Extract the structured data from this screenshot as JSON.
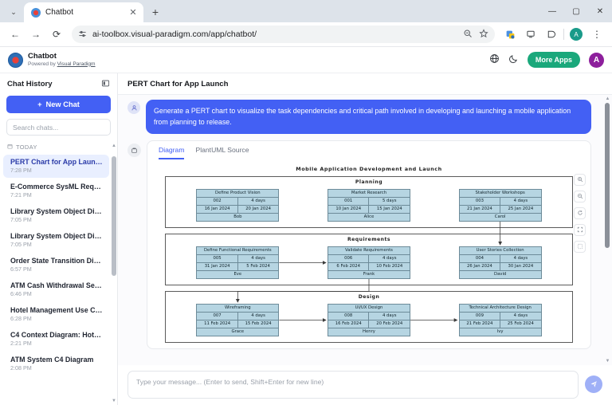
{
  "browser": {
    "tab": {
      "title": "Chatbot",
      "favicon": "visual-paradigm-favicon",
      "close_label": "✕"
    },
    "new_tab_label": "+",
    "tab_list_label": "⌄",
    "window": {
      "minimize": "—",
      "maximize": "▢",
      "close": "✕"
    },
    "toolbar": {
      "back": "←",
      "forward": "→",
      "reload": "⟳",
      "site_settings": "⚙",
      "url": "ai-toolbox.visual-paradigm.com/app/chatbot/",
      "zoom_icon": "search-minus-icon",
      "bookmark_icon": "star-icon",
      "extension_icon": "extension-puzzle-icon",
      "save_icon": "save-icon",
      "split_icon": "split-screen-icon",
      "profile_initial": "A",
      "menu": "⋮"
    }
  },
  "app_header": {
    "title": "Chatbot",
    "subtitle_prefix": "Powered by ",
    "subtitle_link": "Visual Paradigm",
    "globe_icon": "globe-icon",
    "theme_icon": "moon-icon",
    "more_apps_label": "More Apps",
    "avatar_initial": "A"
  },
  "sidebar": {
    "title": "Chat History",
    "toggle_icon": "panel-collapse-icon",
    "new_chat_label": "New Chat",
    "new_chat_plus": "+",
    "search_placeholder": "Search chats...",
    "group_label": "TODAY",
    "group_icon": "calendar-icon",
    "items": [
      {
        "name": "PERT Chart for App Launch",
        "time": "7:28 PM",
        "active": true
      },
      {
        "name": "E-Commerce SysML Require...",
        "time": "7:21 PM",
        "active": false
      },
      {
        "name": "Library System Object Diagr...",
        "time": "7:05 PM",
        "active": false
      },
      {
        "name": "Library System Object Diagr...",
        "time": "7:05 PM",
        "active": false
      },
      {
        "name": "Order State Transition Diagra...",
        "time": "6:57 PM",
        "active": false
      },
      {
        "name": "ATM Cash Withdrawal Seque...",
        "time": "6:46 PM",
        "active": false
      },
      {
        "name": "Hotel Management Use Case",
        "time": "6:28 PM",
        "active": false
      },
      {
        "name": "C4 Context Diagram: Hotel ...",
        "time": "2:21 PM",
        "active": false
      },
      {
        "name": "ATM System C4 Diagram",
        "time": "2:08 PM",
        "active": false
      }
    ]
  },
  "main": {
    "title": "PERT Chart for App Launch",
    "user_avatar_icon": "user-icon",
    "user_message": "Generate a PERT chart to visualize the task dependencies and critical path involved in developing and launching a mobile application from planning to release.",
    "copy_icon": "copy-icon",
    "tabs": [
      {
        "label": "Diagram",
        "active": true
      },
      {
        "label": "PlantUML Source",
        "active": false
      }
    ],
    "zoom_tools": [
      {
        "icon": "zoom-in-icon",
        "glyph": "⊕"
      },
      {
        "icon": "zoom-out-icon",
        "glyph": "⊖"
      },
      {
        "icon": "reset-zoom-icon",
        "glyph": "↻"
      },
      {
        "icon": "fit-screen-icon",
        "glyph": "⛶"
      },
      {
        "icon": "fullscreen-icon",
        "glyph": "⤢"
      }
    ]
  },
  "chart_data": {
    "type": "diagram",
    "diagram_kind": "PERT chart",
    "title": "Mobile Application Development and Launch",
    "node_fill": "#b6d5e2",
    "node_border": "#6d8b99",
    "columns": [
      "id",
      "duration",
      "start_date",
      "end_date",
      "owner"
    ],
    "sections": [
      {
        "name": "Planning",
        "tasks": [
          {
            "title": "Define Product Vision",
            "id": "002",
            "duration": "4 days",
            "start": "16 Jan 2024",
            "end": "20 Jan 2024",
            "owner": "Bob"
          },
          {
            "title": "Market Research",
            "id": "001",
            "duration": "5 days",
            "start": "10 Jan 2024",
            "end": "15 Jan 2024",
            "owner": "Alice"
          },
          {
            "title": "Stakeholder Workshops",
            "id": "003",
            "duration": "4 days",
            "start": "21 Jan 2024",
            "end": "25 Jan 2024",
            "owner": "Carol"
          }
        ]
      },
      {
        "name": "Requirements",
        "tasks": [
          {
            "title": "Define Functional Requirements",
            "id": "005",
            "duration": "4 days",
            "start": "31 Jan 2024",
            "end": "5 Feb 2024",
            "owner": "Eve"
          },
          {
            "title": "Validate Requirements",
            "id": "006",
            "duration": "4 days",
            "start": "6 Feb 2024",
            "end": "10 Feb 2024",
            "owner": "Frank"
          },
          {
            "title": "User Stories Collection",
            "id": "004",
            "duration": "4 days",
            "start": "26 Jan 2024",
            "end": "30 Jan 2024",
            "owner": "David"
          }
        ]
      },
      {
        "name": "Design",
        "tasks": [
          {
            "title": "Wireframing",
            "id": "007",
            "duration": "4 days",
            "start": "11 Feb 2024",
            "end": "15 Feb 2024",
            "owner": "Grace"
          },
          {
            "title": "UI/UX Design",
            "id": "008",
            "duration": "4 days",
            "start": "16 Feb 2024",
            "end": "20 Feb 2024",
            "owner": "Henry"
          },
          {
            "title": "Technical Architecture Design",
            "id": "009",
            "duration": "4 days",
            "start": "21 Feb 2024",
            "end": "25 Feb 2024",
            "owner": "Ivy"
          }
        ]
      }
    ],
    "edges": [
      {
        "from": "Stakeholder Workshops",
        "to": "User Stories Collection"
      },
      {
        "from": "Define Functional Requirements",
        "to": "Validate Requirements"
      },
      {
        "from": "Validate Requirements",
        "to": "Wireframing"
      },
      {
        "from": "Wireframing",
        "to": "UI/UX Design"
      },
      {
        "from": "UI/UX Design",
        "to": "Technical Architecture Design"
      }
    ]
  },
  "composer": {
    "placeholder": "Type your message... (Enter to send, Shift+Enter for new line)",
    "value": "",
    "send_icon": "send-icon"
  }
}
